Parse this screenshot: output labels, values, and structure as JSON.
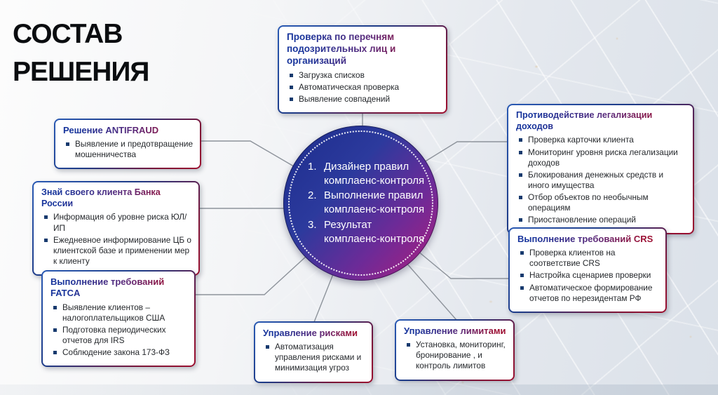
{
  "headline": {
    "line1": "СОСТАВ",
    "line2": "РЕШЕНИЯ"
  },
  "center_circle": {
    "items": [
      "Дизайнер правил комплаенс-контроля",
      "Выполнение правил комплаенс-контроля",
      "Результат комплаенс-контроля"
    ]
  },
  "boxes": {
    "sanctions": {
      "title": "Проверка по перечням подозрительных лиц и организаций",
      "bullets": [
        "Загрузка списков",
        "Автоматическая проверка",
        "Выявление совпадений"
      ]
    },
    "antifraud": {
      "title": "Решение ANTIFRAUD",
      "bullets": [
        "Выявление и предотвращение мошенничества"
      ]
    },
    "kyc": {
      "title": "Знай своего клиента Банка России",
      "bullets": [
        "Информация об уровне риска ЮЛ/ИП",
        "Ежедневное информирование ЦБ о клиентской базе и применении мер к клиенту"
      ]
    },
    "fatca": {
      "title": "Выполнение требований FATCA",
      "bullets": [
        "Выявление клиентов – налогоплательщиков США",
        "Подготовка периодических отчетов для IRS",
        "Соблюдение закона 173-ФЗ"
      ]
    },
    "aml": {
      "title": "Противодействие легализации доходов",
      "bullets": [
        "Проверка карточки клиента",
        "Мониторинг уровня риска легализации доходов",
        "Блокирования денежных средств и иного имущества",
        "Отбор объектов по необычным операциям",
        "Приостановление операций"
      ]
    },
    "crs": {
      "title": "Выполнение требований CRS",
      "bullets": [
        "Проверка клиентов на соответствие CRS",
        "Настройка сценариев проверки",
        "Автоматическое формирование отчетов по нерезидентам РФ"
      ]
    },
    "risk": {
      "title": "Управление рисками",
      "bullets": [
        "Автоматизация управления рисками и минимизация угроз"
      ]
    },
    "limits": {
      "title": "Управление лимитами",
      "bullets": [
        "Установка, мониторинг, бронирование , и контроль лимитов"
      ]
    }
  },
  "colors": {
    "accent_blue": "#16339b",
    "accent_crimson": "#9c1030",
    "bullet_square": "#173a6e",
    "circle_gradient_start": "#1c2c8c",
    "circle_gradient_end": "#b11d7c",
    "connector_line": "#8d939b",
    "headline_text": "#0b0d10"
  }
}
